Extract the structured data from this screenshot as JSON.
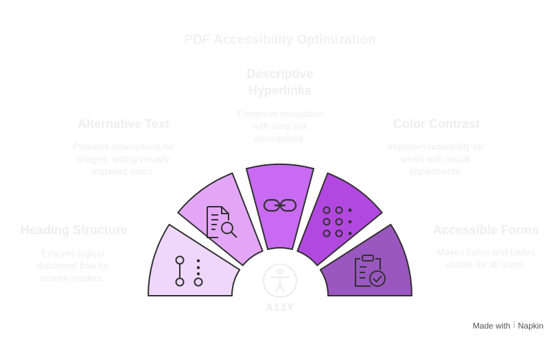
{
  "title": "PDF Accessibility Optimization",
  "center_label": "A11Y",
  "segments": [
    {
      "id": "heading",
      "label": "Heading Structure",
      "desc": "Ensures logical document flow for screen readers.",
      "color": "#efd7fb",
      "icon": "flow-dots-icon"
    },
    {
      "id": "alt",
      "label": "Alternative Text",
      "desc": "Provides descriptions for images, aiding visually impaired users.",
      "color": "#e3a6f7",
      "icon": "document-search-icon"
    },
    {
      "id": "links",
      "label": "Descriptive Hyperlinks",
      "desc": "Enhances navigation with clear link descriptions.",
      "color": "#c86af2",
      "icon": "link-icon"
    },
    {
      "id": "contrast",
      "label": "Color Contrast",
      "desc": "Improves readability for users with visual impairments.",
      "color": "#b348e0",
      "icon": "dot-grid-icon"
    },
    {
      "id": "forms",
      "label": "Accessible Forms",
      "desc": "Makes forms and tables usable for all users.",
      "color": "#9a57bf",
      "icon": "clipboard-check-icon"
    }
  ],
  "footer": {
    "made_with": "Made with",
    "brand": "Napkin"
  },
  "colors": {
    "outline": "#2f2f2f",
    "faint_text": "#eeeeee",
    "center_icon": "#eeeeee"
  }
}
